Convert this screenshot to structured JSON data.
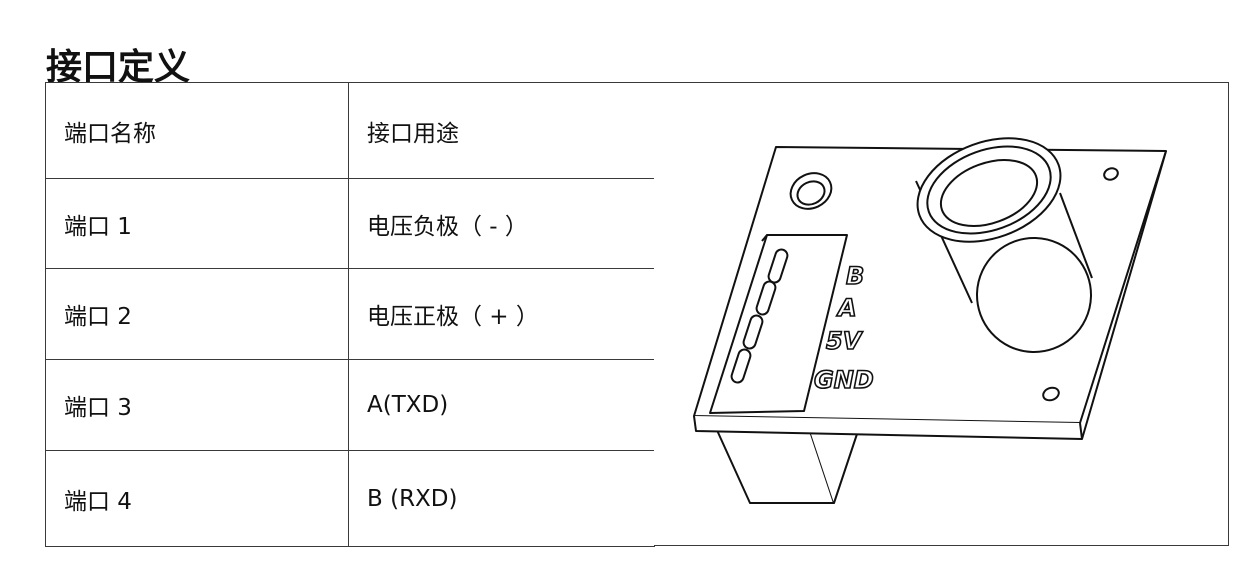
{
  "title": "接口定义",
  "table": {
    "header": {
      "port": "端口名称",
      "purpose": "接口用途"
    },
    "rows": [
      {
        "port": "端口 1",
        "purpose": "电压负极（ - ）"
      },
      {
        "port": "端口 2",
        "purpose": "电压正极（ + ）"
      },
      {
        "port": "端口 3",
        "purpose": "A(TXD)"
      },
      {
        "port": "端口 4",
        "purpose": "B (RXD)"
      }
    ]
  },
  "figure": {
    "pin_labels": [
      "B",
      "A",
      "5V",
      "GND"
    ]
  }
}
